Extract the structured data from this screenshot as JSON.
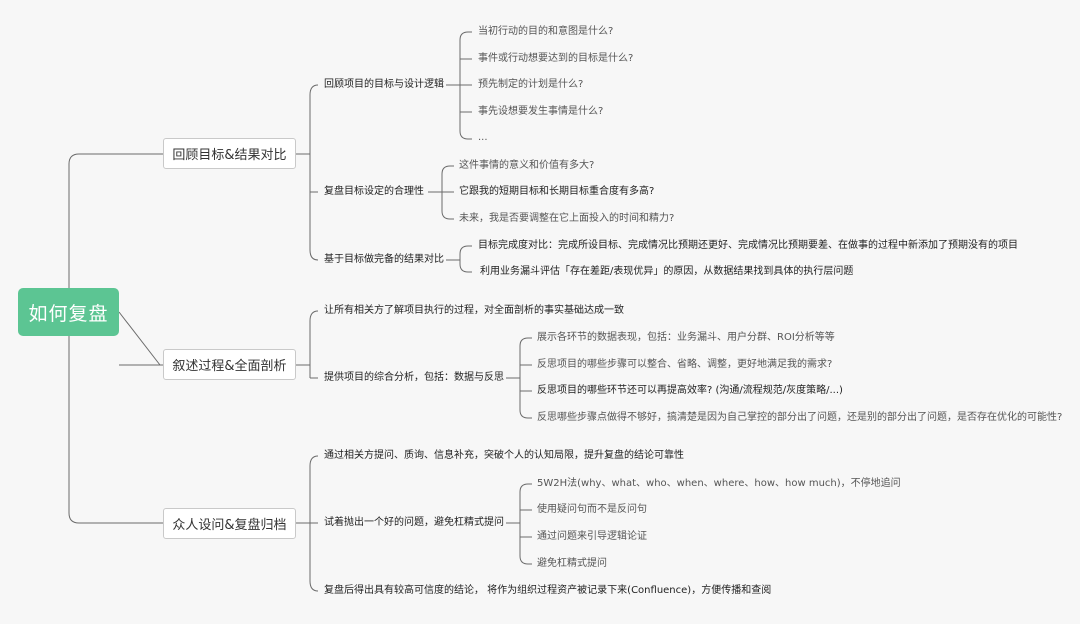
{
  "root": "如何复盘",
  "branches": [
    {
      "label": "回顾目标&结果对比",
      "items": [
        {
          "label": "回顾项目的目标与设计逻辑",
          "children": [
            "当初行动的目的和意图是什么?",
            "事件或行动想要达到的目标是什么?",
            "预先制定的计划是什么?",
            "事先设想要发生事情是什么?",
            "..."
          ]
        },
        {
          "label": "复盘目标设定的合理性",
          "children": [
            "这件事情的意义和价值有多大?",
            "它跟我的短期目标和长期目标重合度有多高?",
            "未来，我是否要调整在它上面投入的时间和精力?"
          ]
        },
        {
          "label": "基于目标做完备的结果对比",
          "children": [
            "目标完成度对比：完成所设目标、完成情况比预期还更好、完成情况比预期要差、在做事的过程中新添加了预期没有的项目",
            "利用业务漏斗评估「存在差距/表现优异」的原因，从数据结果找到具体的执行层问题"
          ]
        }
      ]
    },
    {
      "label": "叙述过程&全面剖析",
      "items": [
        {
          "label": "让所有相关方了解项目执行的过程，对全面剖析的事实基础达成一致",
          "children": []
        },
        {
          "label": "提供项目的综合分析，包括：数据与反思",
          "children": [
            "展示各环节的数据表现，包括：业务漏斗、用户分群、ROI分析等等",
            "反思项目的哪些步骤可以整合、省略、调整，更好地满足我的需求?",
            "反思项目的哪些环节还可以再提高效率?   (沟通/流程规范/灰度策略/...)",
            "反思哪些步骤点做得不够好，搞清楚是因为自己掌控的部分出了问题，还是别的部分出了问题，是否存在优化的可能性?"
          ]
        }
      ]
    },
    {
      "label": "众人设问&复盘归档",
      "items": [
        {
          "label": "通过相关方提问、质询、信息补充，突破个人的认知局限，提升复盘的结论可靠性",
          "children": []
        },
        {
          "label": "试着抛出一个好的问题，避免杠精式提问",
          "children": [
            "5W2H法(why、what、who、when、where、how、how much)，不停地追问",
            "使用疑问句而不是反问句",
            "通过问题来引导逻辑论证",
            "避免杠精式提问"
          ]
        },
        {
          "label": "复盘后得出具有较高可信度的结论， 将作为组织过程资产被记录下来(Confluence)，方便传播和查阅",
          "children": []
        }
      ]
    }
  ]
}
